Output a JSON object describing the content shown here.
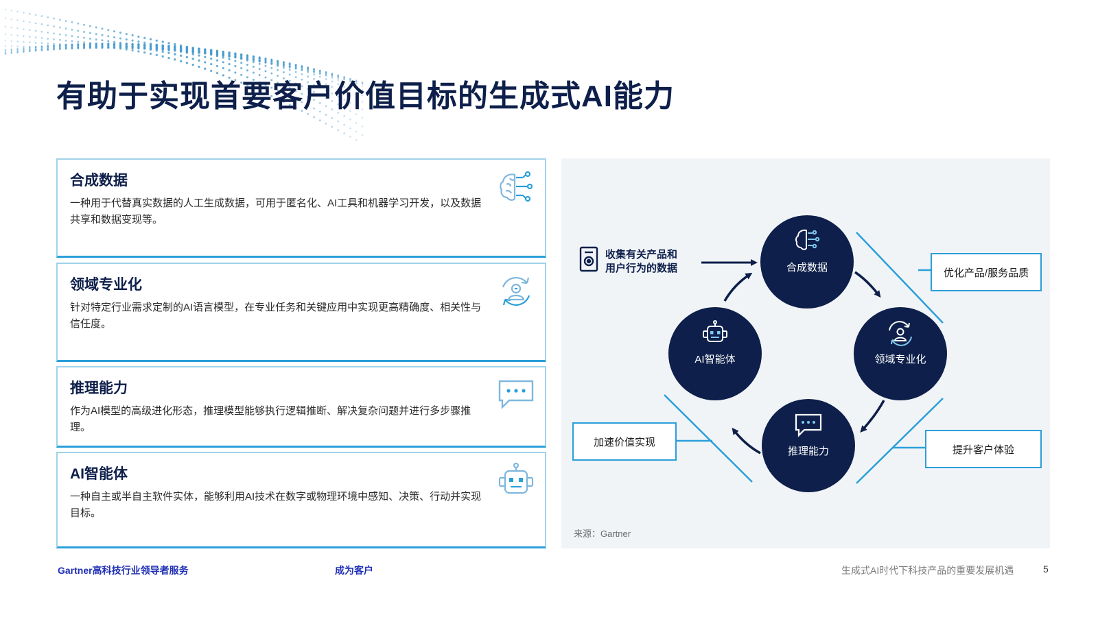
{
  "title": "有助于实现首要客户价值目标的生成式AI能力",
  "cards": [
    {
      "title": "合成数据",
      "desc": "一种用于代替真实数据的人工生成数据，可用于匿名化、AI工具和机器学习开发，以及数据共享和数据变现等。",
      "icon": "brain-circuit-icon"
    },
    {
      "title": "领域专业化",
      "desc": "针对特定行业需求定制的AI语言模型，在专业任务和关键应用中实现更高精确度、相关性与信任度。",
      "icon": "person-cycle-icon"
    },
    {
      "title": "推理能力",
      "desc": "作为AI模型的高级进化形态，推理模型能够执行逻辑推断、解决复杂问题并进行多步骤推理。",
      "icon": "chat-bubble-icon"
    },
    {
      "title": "AI智能体",
      "desc": "一种自主或半自主软件实体，能够利用AI技术在数字或物理环境中感知、决策、行动并实现目标。",
      "icon": "robot-icon"
    }
  ],
  "diagram": {
    "collect_line1": "收集有关产品和",
    "collect_line2": "用户行为的数据",
    "nodes": {
      "synthetic": "合成数据",
      "domain": "领域专业化",
      "reasoning": "推理能力",
      "agent": "AI智能体"
    },
    "outcomes": {
      "optimize": "优化产品/服务品质",
      "experience": "提升客户体验",
      "accelerate": "加速价值实现"
    },
    "source": "来源：Gartner"
  },
  "footer": {
    "left": "Gartner高科技行业领导者服务",
    "middle": "成为客户",
    "right": "生成式AI时代下科技产品的重要发展机遇",
    "page": "5"
  },
  "colors": {
    "navy": "#0d1f4a",
    "accent_blue": "#2a9fd9",
    "link_blue": "#1f2fb5"
  }
}
